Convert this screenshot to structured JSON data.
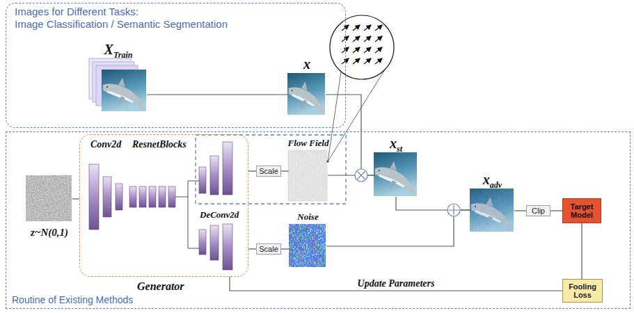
{
  "diagram": {
    "nodes": [
      {
        "text": [
          "Images for Different Tasks:",
          "Image Classification / Semantic Segmentation"
        ]
      },
      {
        "text": [
          "Routine of Existing Methods"
        ]
      },
      {
        "text": [
          "X",
          "Train"
        ],
        "in": 0
      },
      {
        "text": [
          "x"
        ],
        "in": 0
      },
      {
        "text": [
          "z~N(0,1)"
        ],
        "in": 1
      },
      {
        "text": [
          "Conv2d",
          "ResnetBlocks",
          "DeConv2d",
          "Generator"
        ],
        "in": 1
      },
      {
        "text": [
          "Scale"
        ],
        "in": 1
      },
      {
        "text": [
          "Scale"
        ],
        "in": 1
      },
      {
        "text": [
          "Flow Field"
        ],
        "in": 1
      },
      {
        "text": [
          "Noise"
        ],
        "in": 1
      },
      {
        "text": [
          "x",
          "st"
        ],
        "in": 1
      },
      {
        "text": [
          "x",
          "adv"
        ],
        "in": 1
      },
      {
        "text": [
          "Clip"
        ],
        "in": 1
      },
      {
        "text": [
          "Target Model"
        ],
        "in": 1
      },
      {
        "text": [
          "Fooling Loss"
        ],
        "in": 1
      }
    ],
    "edges": [
      {
        "from": 2,
        "to": 3,
        "arrow": "none"
      },
      {
        "from": 3,
        "to": 10,
        "arrow": "none"
      },
      {
        "from": 8,
        "to": 10,
        "arrow": "none"
      },
      {
        "from": 4,
        "to": 5,
        "arrow": "none"
      },
      {
        "from": 5,
        "to": 6,
        "arrow": "none"
      },
      {
        "from": 5,
        "to": 7,
        "arrow": "none"
      },
      {
        "from": 6,
        "to": 8,
        "arrow": "none"
      },
      {
        "from": 7,
        "to": 9,
        "arrow": "none"
      },
      {
        "from": 10,
        "to": 11,
        "arrow": "none"
      },
      {
        "from": 9,
        "to": 11,
        "arrow": "none"
      },
      {
        "from": 11,
        "to": 12,
        "arrow": "none"
      },
      {
        "from": 12,
        "to": 13,
        "arrow": "none"
      },
      {
        "from": 13,
        "to": 14,
        "arrow": "none"
      },
      {
        "from": 14,
        "to": 5,
        "label": "Update Parameters",
        "arrow": "none"
      }
    ]
  }
}
